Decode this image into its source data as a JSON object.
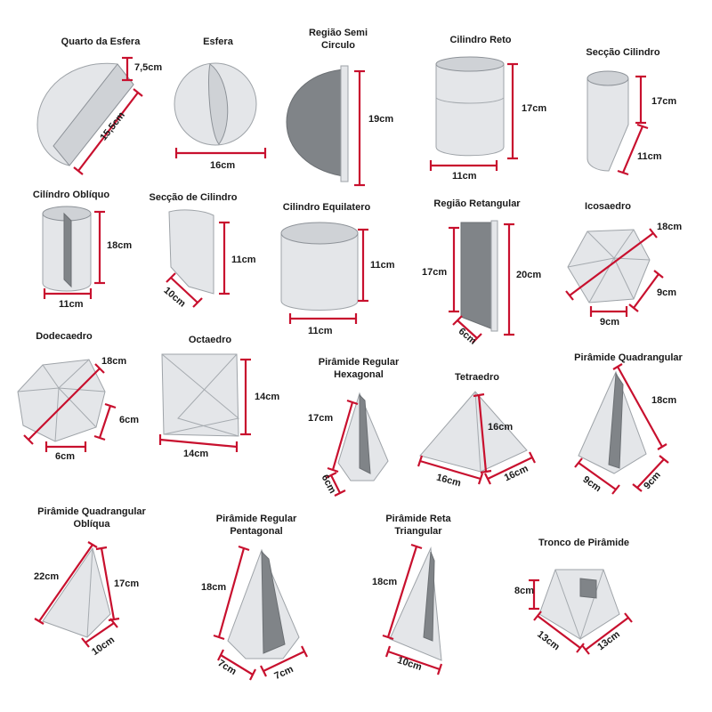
{
  "shapes": [
    {
      "name": "Quarto da Esfera",
      "dims": [
        "7,5cm",
        "15,5cm"
      ]
    },
    {
      "name": "Esfera",
      "dims": [
        "16cm"
      ]
    },
    {
      "name": "Região Semi Circulo",
      "dims": [
        "19cm"
      ]
    },
    {
      "name": "Cilindro Reto",
      "dims": [
        "17cm",
        "11cm"
      ]
    },
    {
      "name": "Secção Cilindro",
      "dims": [
        "17cm",
        "11cm"
      ]
    },
    {
      "name": "Cilíndro Oblíquo",
      "dims": [
        "18cm",
        "11cm"
      ]
    },
    {
      "name": "Secção de Cilindro",
      "dims": [
        "11cm",
        "10cm"
      ]
    },
    {
      "name": "Cilindro Equilatero",
      "dims": [
        "11cm",
        "11cm"
      ]
    },
    {
      "name": "Região Retangular",
      "dims": [
        "17cm",
        "20cm",
        "6cm"
      ]
    },
    {
      "name": "Icosaedro",
      "dims": [
        "18cm",
        "9cm",
        "9cm"
      ]
    },
    {
      "name": "Dodecaedro",
      "dims": [
        "18cm",
        "6cm",
        "6cm"
      ]
    },
    {
      "name": "Octaedro",
      "dims": [
        "14cm",
        "14cm"
      ]
    },
    {
      "name": "Pirâmide Regular Hexagonal",
      "dims": [
        "17cm",
        "6cm"
      ]
    },
    {
      "name": "Tetraedro",
      "dims": [
        "16cm",
        "16cm",
        "16cm"
      ]
    },
    {
      "name": "Pirâmide Quadrangular",
      "dims": [
        "18cm",
        "9cm",
        "9cm"
      ]
    },
    {
      "name": "Pirâmide Quadrangular Oblíqua",
      "dims": [
        "22cm",
        "17cm",
        "10cm"
      ]
    },
    {
      "name": "Pirâmide Regular Pentagonal",
      "dims": [
        "18cm",
        "7cm",
        "7cm"
      ]
    },
    {
      "name": "Pirâmide Reta Triangular",
      "dims": [
        "18cm",
        "10cm"
      ]
    },
    {
      "name": "Tronco de Pirâmide",
      "dims": [
        "8cm",
        "13cm",
        "13cm"
      ]
    }
  ]
}
